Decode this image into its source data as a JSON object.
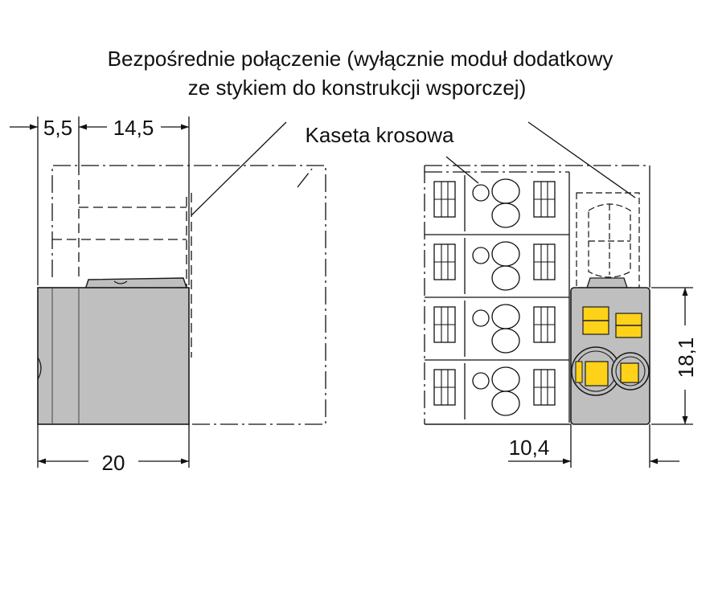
{
  "annotations": {
    "direct_connection_line1": "Bezpośrednie połączenie (wyłącznie moduł dodatkowy",
    "direct_connection_line2": "ze stykiem do konstrukcji wsporczej)",
    "cross_cassette": "Kaseta krosowa"
  },
  "dimensions": {
    "offset_left": "5,5",
    "offset_right": "14,5",
    "total_width": "20",
    "module_width": "10,4",
    "module_height": "18,1"
  },
  "colors": {
    "module_grey": "#bfbfbf",
    "outline": "#1a1a1a",
    "latch_yellow": "#ffd21a",
    "background": "#ffffff"
  }
}
